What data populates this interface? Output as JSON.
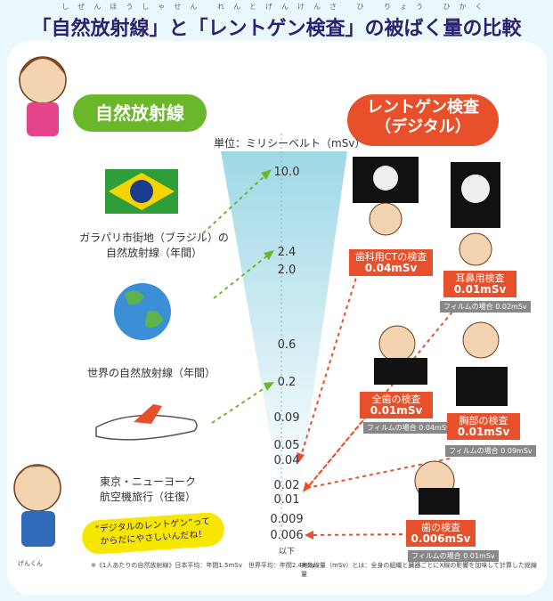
{
  "title": {
    "text": "「自然放射線」と「レントゲン検査」の被ばく量の比較",
    "ruby": "しぜんほうしゃせん れんとげんけんさ ひ りょう ひかく"
  },
  "headings": {
    "natural": "自然放射線",
    "xray_line1": "レントゲン検査",
    "xray_line2": "（デジタル）"
  },
  "unit": "単位：ミリシーベルト（mSv）",
  "scale_values": [
    "10.0",
    "2.4",
    "2.0",
    "0.6",
    "0.2",
    "0.09",
    "0.05",
    "0.04",
    "0.02",
    "0.01",
    "0.009",
    "0.006"
  ],
  "scale_below": "以下",
  "natural_items": [
    {
      "line1": "ガラパリ市街地（ブラジル）の",
      "line2": "自然放射線（年間）"
    },
    {
      "line1": "世界の自然放射線（年間）",
      "line2": ""
    },
    {
      "line1": "東京・ニューヨーク",
      "line2": "航空機旅行（往復）"
    }
  ],
  "xray_items": [
    {
      "name": "歯科用CTの検査",
      "dose": "0.04mSv",
      "film": ""
    },
    {
      "name": "耳鼻用検査",
      "dose": "0.01mSv",
      "film": "フィルムの場合 0.02mSv"
    },
    {
      "name": "全歯の検査",
      "dose": "0.01mSv",
      "film": "フィルムの場合 0.04mSv"
    },
    {
      "name": "胸部の検査",
      "dose": "0.01mSv",
      "film": "フィルムの場合 0.09mSv"
    },
    {
      "name": "歯の検査",
      "dose": "0.006mSv",
      "film": "フィルムの場合 0.01mSv"
    }
  ],
  "bubble": {
    "line1": "“デジタルのレントゲン”って",
    "line2": "からだにやさしいんだね！"
  },
  "footnotes": {
    "left": "※《1人あたりの自然放射線》日本平均：年間1.5mSv　世界平均：年間2.4mSv",
    "right": "実効線量（mSv）とは：全身の組織と臓器ごとにX線の影響を加味して計算した総線量",
    "signature": "げんくん"
  },
  "colors": {
    "green": "#6ab82a",
    "red": "#e7502a",
    "navy": "#2b2170",
    "funnel": "#bfe6ef"
  }
}
